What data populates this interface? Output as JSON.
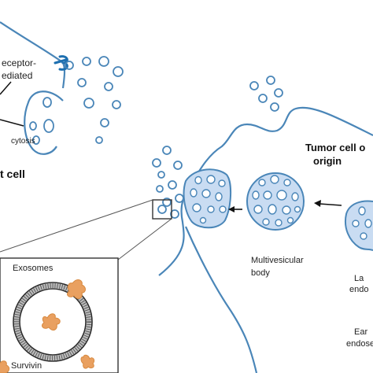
{
  "labels": {
    "receptor_line1": "eceptor-",
    "receptor_line2": "ediated",
    "endocytosis_fragment": "cytosis",
    "target_cell_fragment": "t cell",
    "tumor_cell_line1": "Tumor cell o",
    "tumor_cell_line2": "origin",
    "multivesicular_line1": "Multivesicular",
    "multivesicular_line2": "body",
    "late_endosome_line1": "La",
    "late_endosome_line2": "endo",
    "early_endosome_line1": "Ear",
    "early_endosome_line2": "endose",
    "exosomes": "Exosomes",
    "survivin": "Survivin"
  },
  "colors": {
    "membrane": "#4a86b8",
    "vesicle_fill": "#c9dcf2",
    "survivin": "#e9a060",
    "exosome_ring": "#2a2a2a",
    "receptor": "#1d6fb0"
  }
}
